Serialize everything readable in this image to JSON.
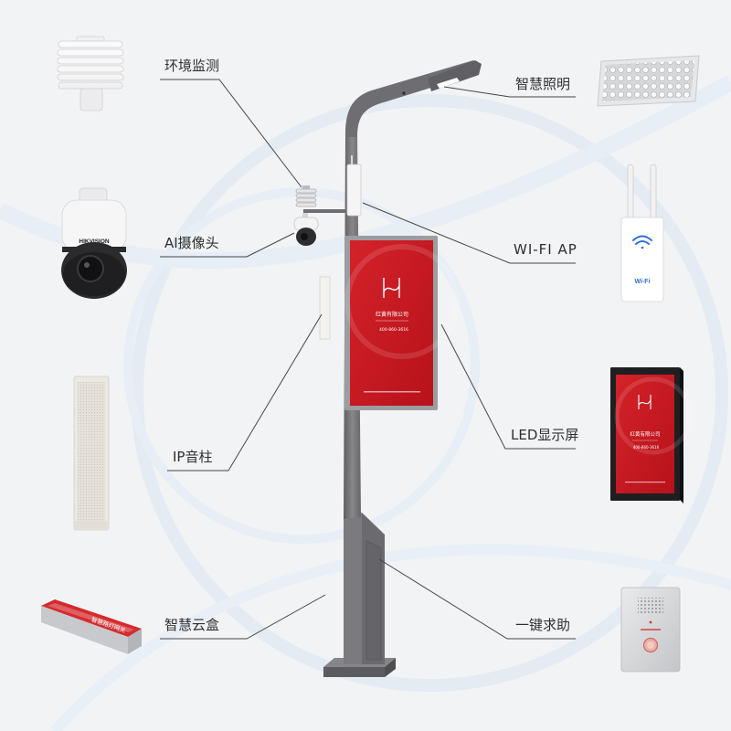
{
  "labels": {
    "environment_monitoring": "环境监测",
    "ai_camera": "AI摄像头",
    "ip_speaker": "IP音柱",
    "smart_cloud_box": "智慧云盒",
    "smart_lighting": "智慧照明",
    "wifi_ap": "WI-FI AP",
    "led_display": "LED显示屏",
    "emergency_help": "一键求助"
  },
  "product_markings": {
    "camera_brand": "HIKVISION",
    "router_label": "Wi-Fi",
    "screen_company": "红黄有限公司",
    "screen_phone": "400-860-3616",
    "cloud_box_label": "智慧路灯网关"
  },
  "icons": {
    "left_column": [
      "louver-weather-sensor-icon",
      "ptz-camera-icon",
      "column-speaker-icon",
      "cloud-box-icon"
    ],
    "right_column": [
      "led-light-panel-icon",
      "wifi-router-icon",
      "led-display-icon",
      "emergency-call-panel-icon"
    ]
  },
  "colors": {
    "background": "#f2f3f5",
    "pole": "#6f6f74",
    "screen_red": "#c8161d",
    "leader_line": "#454545",
    "label_text": "#2f2f2f",
    "wifi_blue": "#2a6fd6"
  }
}
